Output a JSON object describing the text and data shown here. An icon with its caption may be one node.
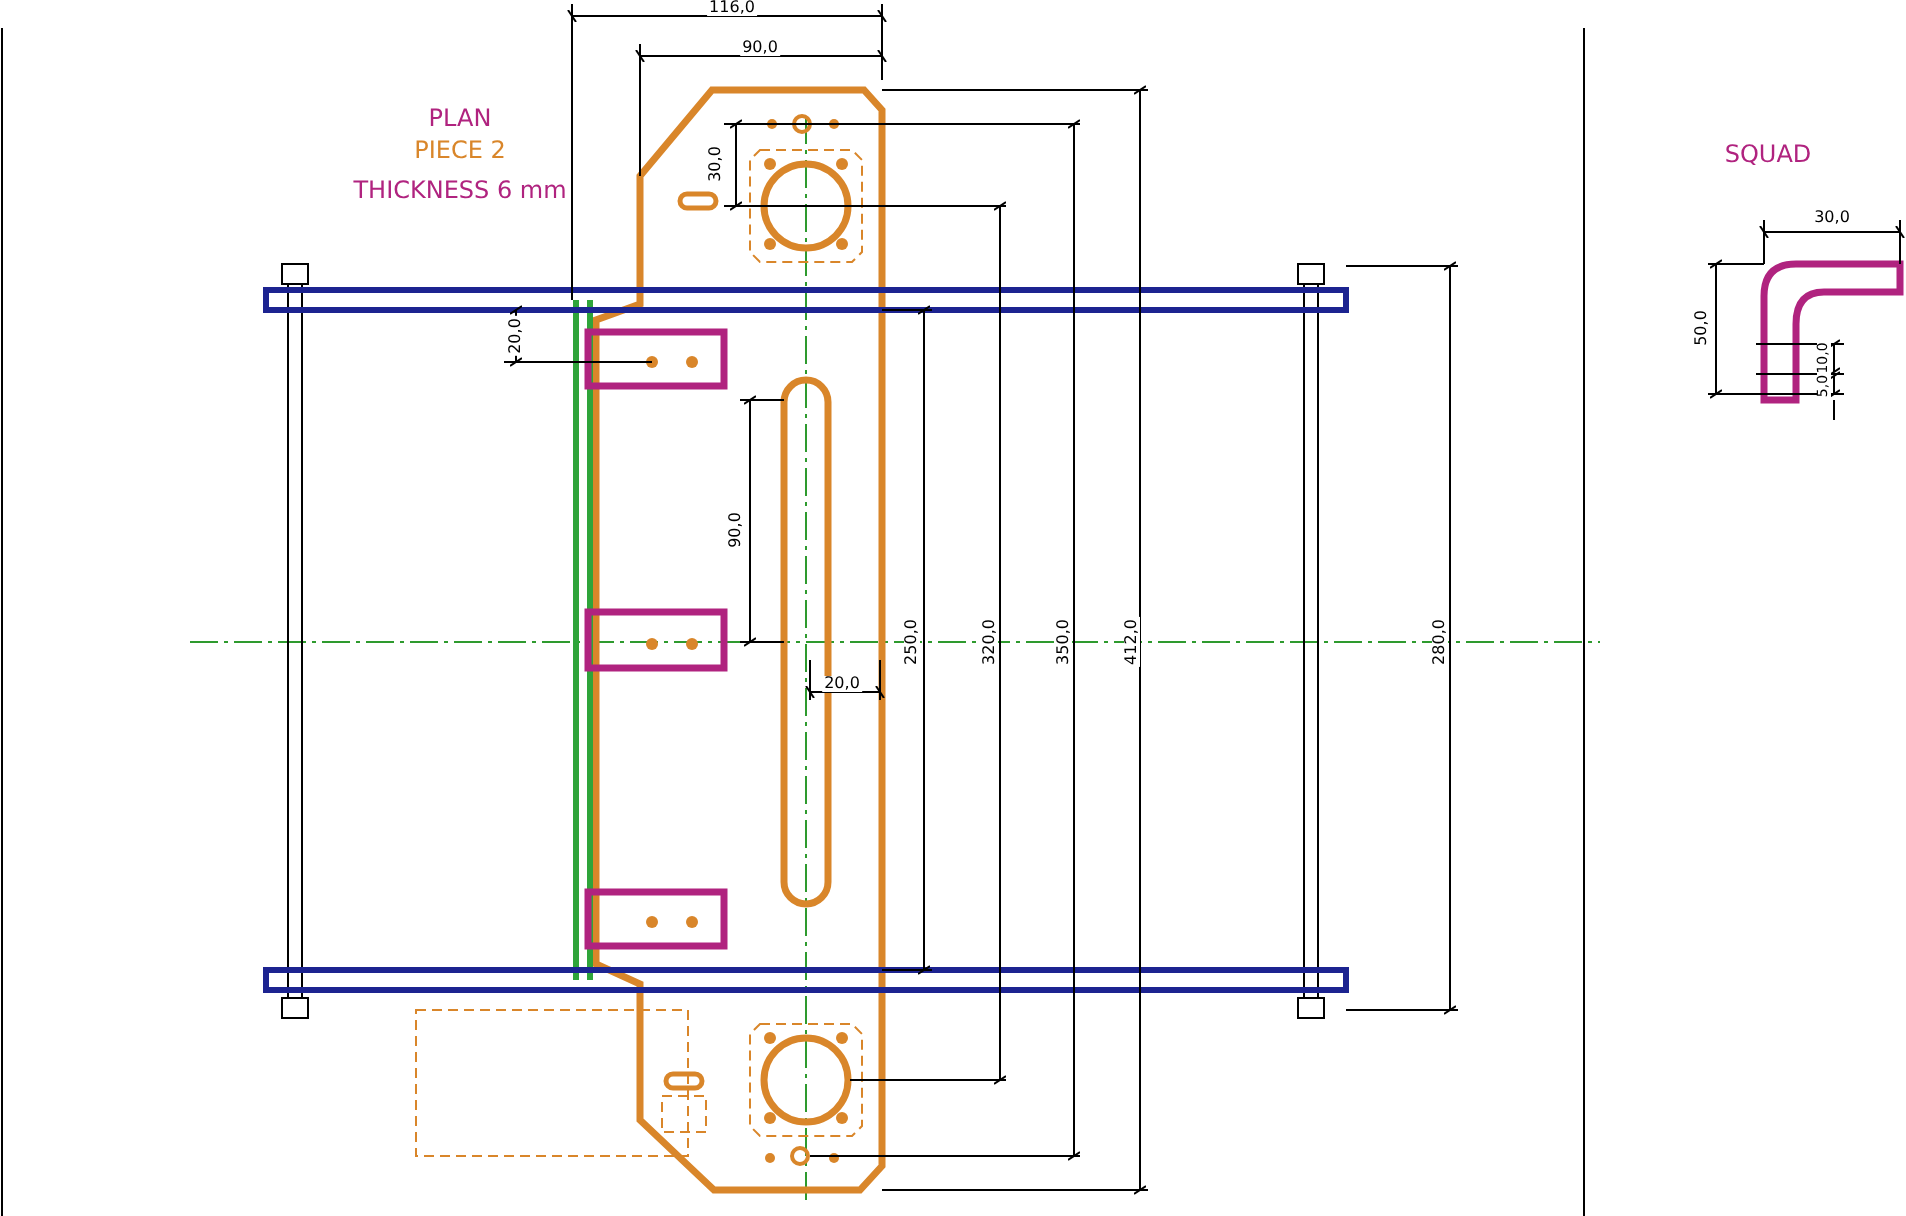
{
  "diagram": {
    "labels": [
      "116,0",
      "90,0",
      "PLAN",
      "PIECE 2",
      "THICKNESS 6 mm",
      "SQUAD",
      "30,0",
      "30,0",
      "20,0",
      "50,0",
      "10,0",
      "5,0",
      "90,0",
      "20,0",
      "250,0",
      "320,0",
      "350,0",
      "412,0",
      "280,0"
    ]
  }
}
